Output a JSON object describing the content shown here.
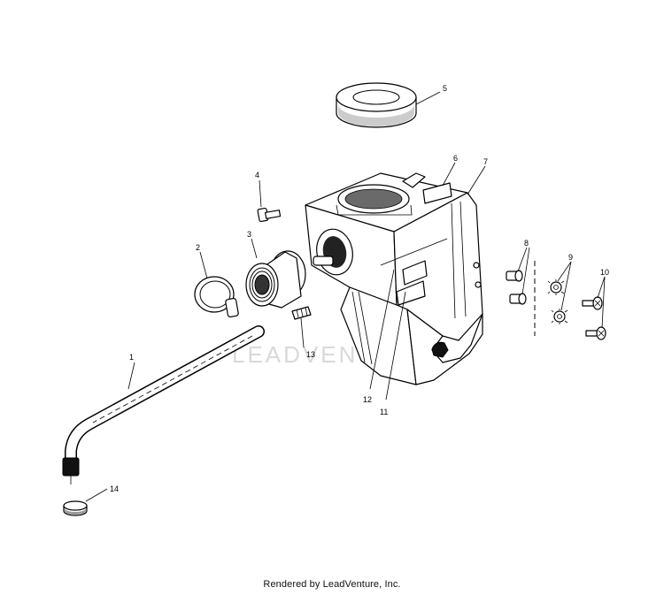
{
  "watermark": "LEADVENTURE",
  "footer": "Rendered by LeadVenture, Inc.",
  "callouts": [
    "1",
    "2",
    "3",
    "4",
    "5",
    "6",
    "7",
    "8",
    "9",
    "10",
    "11",
    "12",
    "13",
    "14"
  ]
}
